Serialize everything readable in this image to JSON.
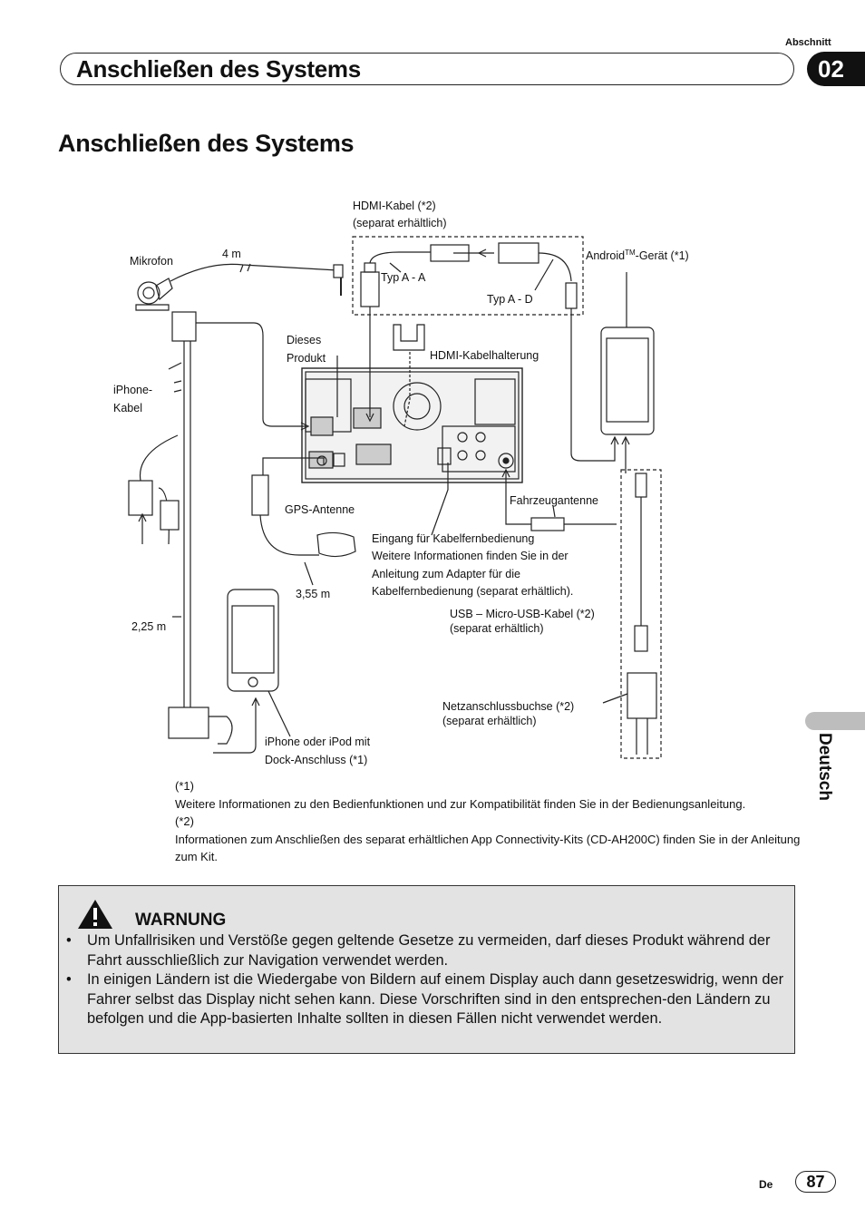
{
  "header": {
    "section_label": "Abschnitt",
    "section_number": "02",
    "title": "Anschließen des Systems"
  },
  "page_heading": "Anschließen des Systems",
  "diagram": {
    "hdmi_cable_line1": "HDMI-Kabel (*2)",
    "hdmi_cable_line2": "(separat erhältlich)",
    "mikrofon": "Mikrofon",
    "length_4m": "4 m",
    "typ_a_a": "Typ A - A",
    "typ_a_d": "Typ A - D",
    "android_prefix": "Android",
    "android_tm": "TM",
    "android_suffix": "-Gerät (*1)",
    "dieses_line1": "Dieses",
    "dieses_line2": "Produkt",
    "hdmi_halterung": "HDMI-Kabelhalterung",
    "iphone_kabel_line1": "iPhone-",
    "iphone_kabel_line2": "Kabel",
    "gps_antenne": "GPS-Antenne",
    "fahrzeugantenne": "Fahrzeugantenne",
    "remote_line1": "Eingang für Kabelfernbedienung",
    "remote_line2": "Weitere Informationen finden Sie in der",
    "remote_line3": "Anleitung zum Adapter für die",
    "remote_line4": "Kabelfernbedienung (separat erhältlich).",
    "length_355": "3,55 m",
    "length_225": "2,25 m",
    "usb_line1": "USB – Micro-USB-Kabel (*2)",
    "usb_line2": "(separat erhältlich)",
    "netz_line1": "Netzanschlussbuchse (*2)",
    "netz_line2": "(separat erhältlich)",
    "iphone_line1": "iPhone oder iPod mit",
    "iphone_line2": "Dock-Anschluss (*1)"
  },
  "footnotes": {
    "n1_mark": "(*1)",
    "n1_text": "Weitere Informationen zu den Bedienfunktionen und zur Kompatibilität finden Sie in der Bedienungsanleitung.",
    "n2_mark": "(*2)",
    "n2_text": "Informationen zum Anschließen des separat erhältlichen App Connectivity-Kits (CD-AH200C) finden Sie in der Anleitung zum Kit."
  },
  "warning": {
    "title": "WARNUNG",
    "items": [
      "Um Unfallrisiken und Verstöße gegen geltende Gesetze zu vermeiden, darf dieses Produkt während der Fahrt ausschließlich zur Navigation verwendet werden.",
      "In einigen Ländern ist die Wiedergabe von Bildern auf einem Display auch dann gesetzeswidrig, wenn der Fahrer selbst das Display nicht sehen kann. Diese Vorschriften sind in den entsprechen-den Ländern zu befolgen und die App-basierten Inhalte sollten in diesen Fällen nicht verwendet werden."
    ]
  },
  "sidebar": {
    "language": "Deutsch"
  },
  "footer": {
    "lang_code": "De",
    "page_number": "87"
  }
}
